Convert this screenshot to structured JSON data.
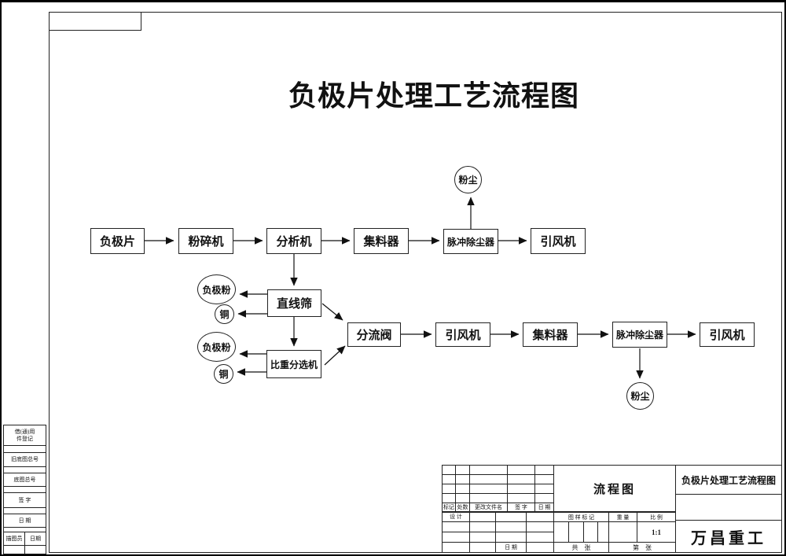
{
  "page_title": "负极片处理工艺流程图",
  "flow": {
    "nodes": [
      "负极片",
      "粉碎机",
      "分析机",
      "集料器",
      "脉冲除尘器",
      "引风机",
      "粉尘",
      "直线筛",
      "负极粉",
      "铜",
      "比重分选机",
      "负极粉",
      "铜",
      "分流阀",
      "引风机",
      "集料器",
      "脉冲除尘器",
      "引风机",
      "粉尘"
    ]
  },
  "left_block": {
    "registry_line1": "借(通)用",
    "registry_line2": "件登记",
    "old_master_no": "旧底图总号",
    "master_no": "底图总号",
    "signature": "签  字",
    "date": "日  期",
    "tracer": "描图员",
    "tracer_date": "日期"
  },
  "title_block": {
    "rev_headers": [
      "标记",
      "处数",
      "更改文件名",
      "签 字",
      "日 期"
    ],
    "design_label": "设 计",
    "date_label": "日 期",
    "drawing_type": "流程图",
    "mark_header": "图 样 标 记",
    "weight_header": "重 量",
    "scale_header": "比 例",
    "scale_value": "1:1",
    "sheet_total": "共　张",
    "sheet_no": "第　张",
    "drawing_title": "负极片处理工艺流程图",
    "company": "万昌重工"
  }
}
